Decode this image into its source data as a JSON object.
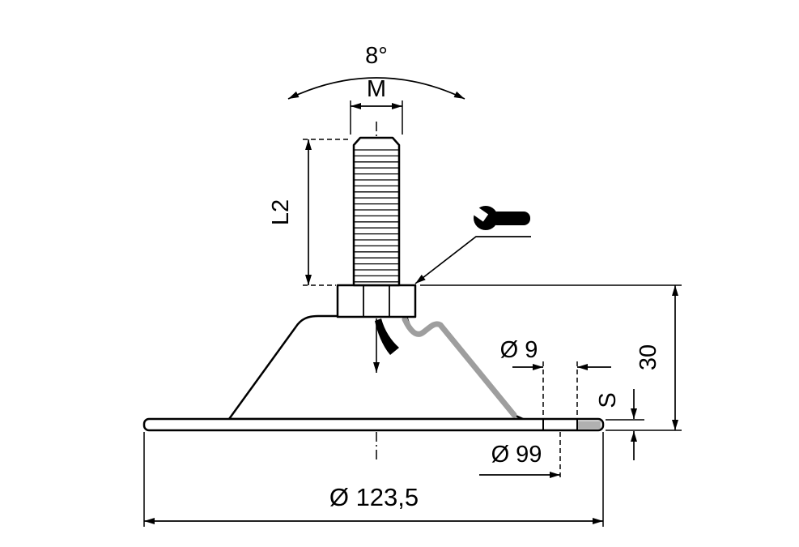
{
  "page": {
    "background": "#ffffff"
  },
  "drawing": {
    "type": "technical-drawing",
    "component": "vibration-damping leveling foot with threaded stud",
    "colors": {
      "line": "#000000",
      "section_gray": "#9e9e9e",
      "fill": "#ffffff",
      "nut_fill": "#f4f4f4"
    },
    "icons": {
      "wrench": "open-end-wrench"
    },
    "dimensions": {
      "tilt_angle": {
        "label": "8°"
      },
      "thread_size": {
        "label": "M"
      },
      "thread_length": {
        "label": "L2"
      },
      "hole_diameter": {
        "label": "Ø 9"
      },
      "total_height": {
        "label": "30"
      },
      "plate_thickness": {
        "label": "S"
      },
      "hole_circle_diameter": {
        "label": "Ø 99"
      },
      "base_diameter": {
        "label": "Ø 123,5"
      }
    }
  }
}
